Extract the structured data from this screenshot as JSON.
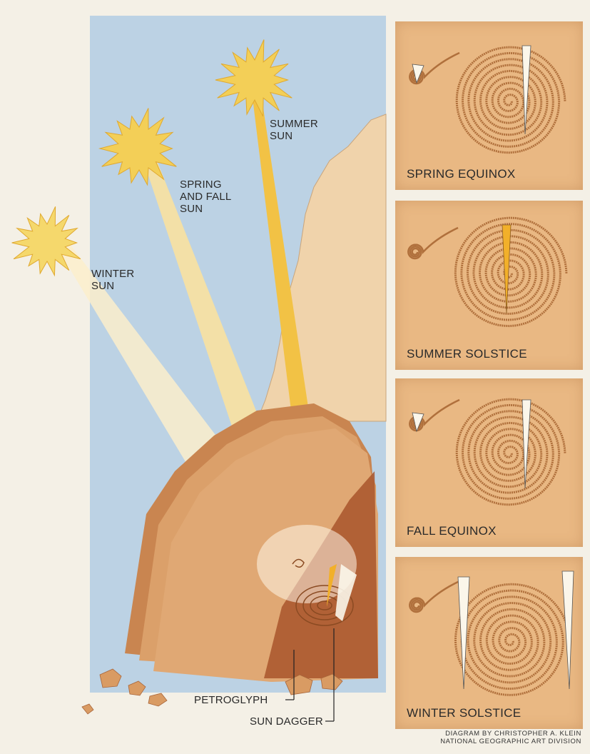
{
  "labels": {
    "summer_sun": "SUMMER\nSUN",
    "spring_fall_sun": "SPRING\nAND FALL\nSUN",
    "winter_sun": "WINTER\nSUN",
    "petroglyph": "PETROGLYPH",
    "sun_dagger": "SUN DAGGER"
  },
  "panels": [
    {
      "label": "SPRING EQUINOX"
    },
    {
      "label": "SUMMER SOLSTICE"
    },
    {
      "label": "FALL EQUINOX"
    },
    {
      "label": "WINTER SOLSTICE"
    }
  ],
  "credit": {
    "line1": "DIAGRAM BY CHRISTOPHER A. KLEIN",
    "line2": "NATIONAL GEOGRAPHIC ART DIVISION"
  },
  "colors": {
    "sky": "#bcd2e4",
    "cliff": "#f0d3ab",
    "rock": "#d8925a",
    "rock_dark": "#b76435",
    "panel": "#e9b883",
    "sun": "#f3cf57",
    "spiral": "#b0703c",
    "dagger_white": "#fbf6ea",
    "dagger_yellow": "#f2b02a"
  }
}
